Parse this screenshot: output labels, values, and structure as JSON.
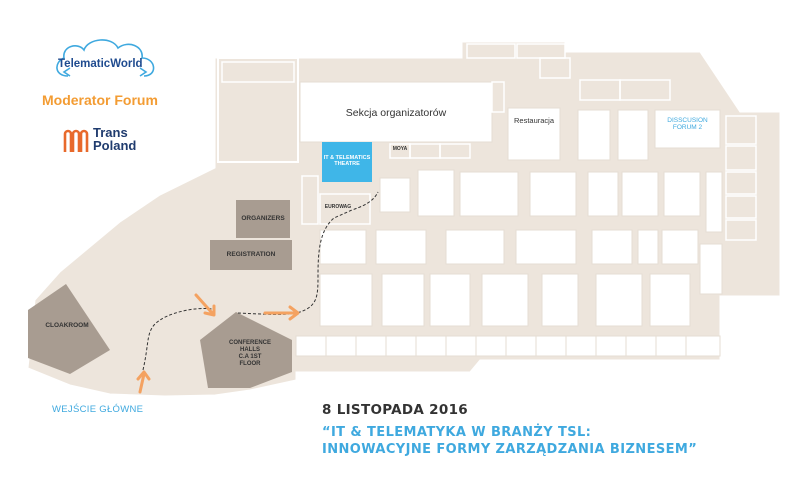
{
  "logos": {
    "telematic": "TelematicWorld",
    "forum": "Moderator Forum",
    "transpoland_line1": "Trans",
    "transpoland_line2": "Poland"
  },
  "rooms": {
    "organizers_section": "Sekcja organizatorów",
    "restaurant": "Restauracja",
    "discussion_forum_line1": "DISSCUSION",
    "discussion_forum_line2": "FORUM 2",
    "theatre_line1": "IT & TELEMATICS",
    "theatre_line2": "THEATRE",
    "moya": "MOYA",
    "eurowag": "EUROWAG",
    "organizers": "ORGANIZERS",
    "registration": "REGISTRATION",
    "cloakroom": "CLOAKROOM",
    "conference_line1": "CONFERENCE",
    "conference_line2": "HALLS",
    "conference_line3": "C.A 1ST",
    "conference_line4": "FLOOR"
  },
  "entrance": "WEJŚCIE GŁÓWNE",
  "event": {
    "date": "8 LISTOPADA 2016",
    "title_line1": "“IT & TELEMATYKA W BRANŻY TSL:",
    "title_line2": "INNOWACYJNE FORMY ZARZĄDZANIA BIZNESEM”"
  },
  "colors": {
    "floor": "#ede5dc",
    "booth_border": "#ffffff",
    "block": "#a89c91",
    "theatre": "#3fb6e8",
    "arrow": "#f4a261",
    "accent_blue": "#3fa9df",
    "forum_orange": "#f39c33",
    "transpoland_orange": "#e8692b"
  }
}
